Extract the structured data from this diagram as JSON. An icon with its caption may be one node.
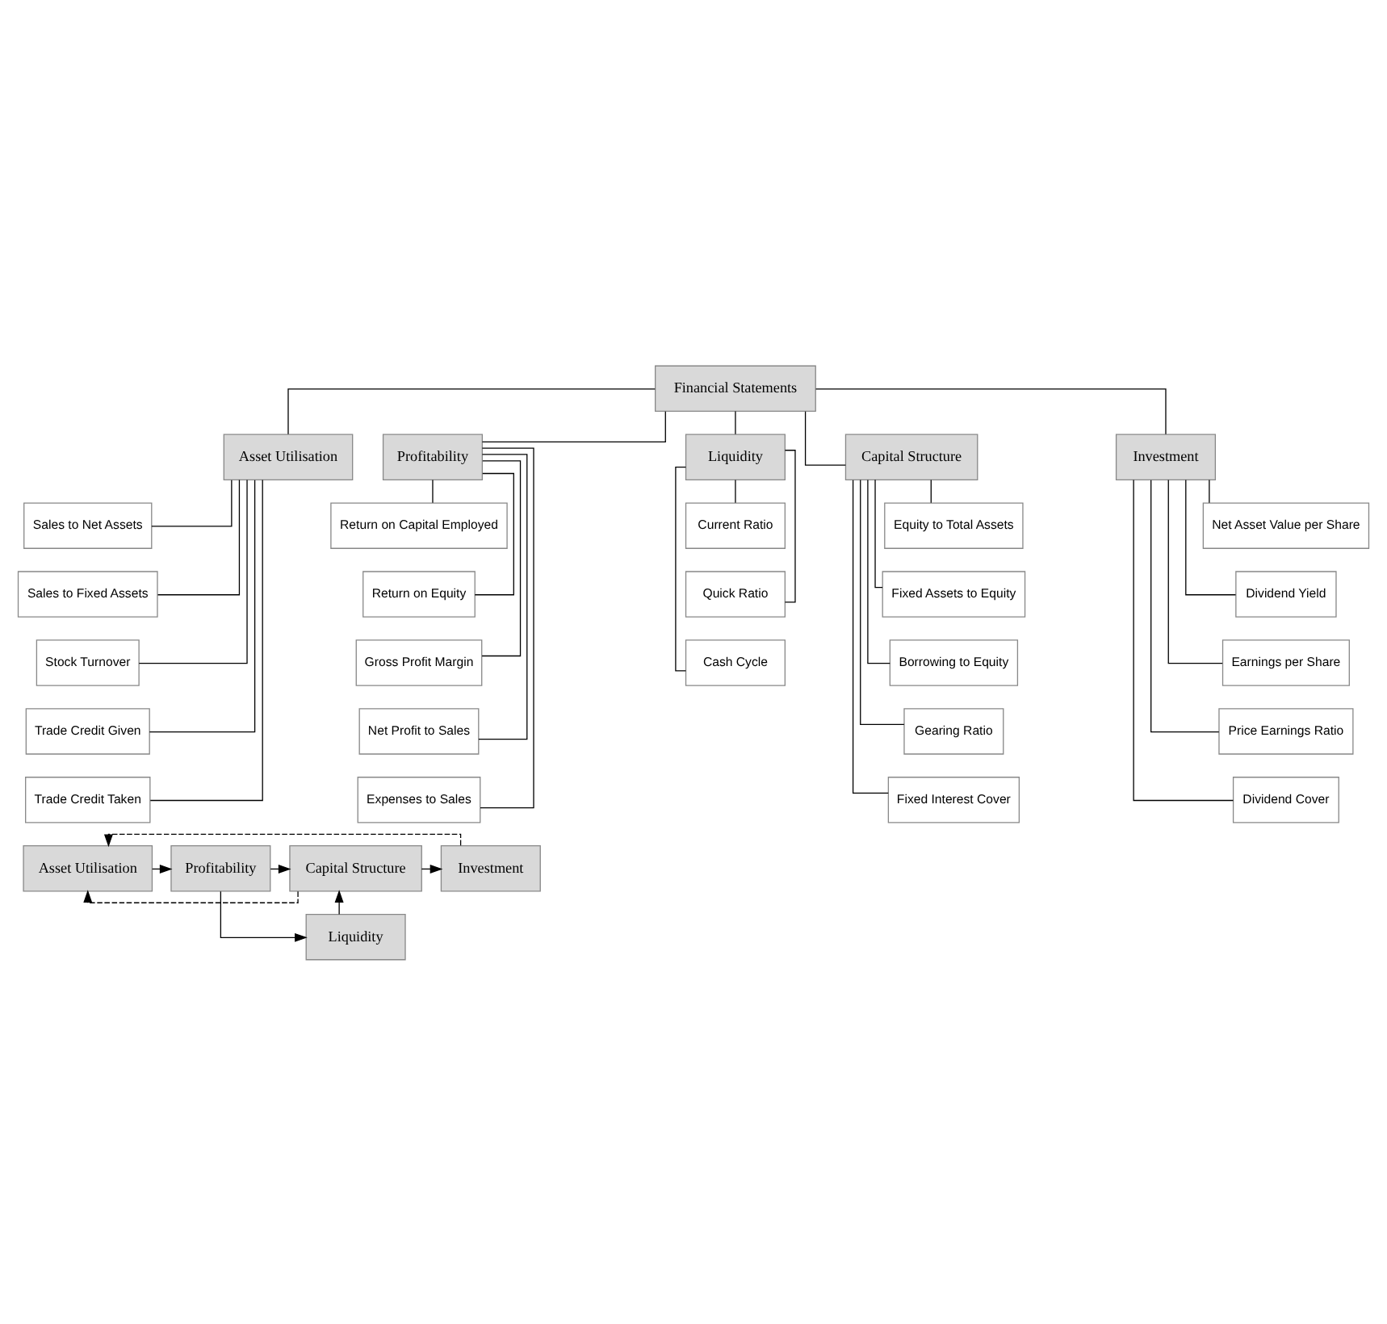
{
  "diagram": {
    "nodes": [
      {
        "text": [
          "Financial Statements"
        ]
      },
      {
        "text": [
          "Asset Utilisation"
        ]
      },
      {
        "text": [
          "Profitability"
        ]
      },
      {
        "text": [
          "Liquidity"
        ]
      },
      {
        "text": [
          "Capital Structure"
        ]
      },
      {
        "text": [
          "Investment"
        ]
      },
      {
        "text": [
          "Sales to Net Assets"
        ]
      },
      {
        "text": [
          "Sales to Fixed Assets"
        ]
      },
      {
        "text": [
          "Stock Turnover"
        ]
      },
      {
        "text": [
          "Trade Credit Given"
        ]
      },
      {
        "text": [
          "Trade Credit Taken"
        ]
      },
      {
        "text": [
          "Return on Capital Employed"
        ]
      },
      {
        "text": [
          "Return on Equity"
        ]
      },
      {
        "text": [
          "Gross Profit Margin"
        ]
      },
      {
        "text": [
          "Net Profit to Sales"
        ]
      },
      {
        "text": [
          "Expenses to Sales"
        ]
      },
      {
        "text": [
          "Current Ratio"
        ]
      },
      {
        "text": [
          "Quick Ratio"
        ]
      },
      {
        "text": [
          "Cash Cycle"
        ]
      },
      {
        "text": [
          "Equity to Total Assets"
        ]
      },
      {
        "text": [
          "Fixed Assets to Equity"
        ]
      },
      {
        "text": [
          "Borrowing to Equity"
        ]
      },
      {
        "text": [
          "Gearing Ratio"
        ]
      },
      {
        "text": [
          "Fixed Interest Cover"
        ]
      },
      {
        "text": [
          "Net Asset Value per Share"
        ]
      },
      {
        "text": [
          "Dividend Yield"
        ]
      },
      {
        "text": [
          "Earnings per Share"
        ]
      },
      {
        "text": [
          "Price Earnings Ratio"
        ]
      },
      {
        "text": [
          "Dividend Cover"
        ]
      },
      {
        "text": [
          "Asset Utilisation"
        ]
      },
      {
        "text": [
          "Profitability"
        ]
      },
      {
        "text": [
          "Liquidity"
        ]
      },
      {
        "text": [
          "Capital Structure"
        ]
      },
      {
        "text": [
          "Investment"
        ]
      }
    ],
    "edges": [
      {
        "from": 0,
        "to": 1,
        "arrow": "none"
      },
      {
        "from": 0,
        "to": 2,
        "arrow": "none"
      },
      {
        "from": 0,
        "to": 3,
        "arrow": "none"
      },
      {
        "from": 0,
        "to": 4,
        "arrow": "none"
      },
      {
        "from": 0,
        "to": 5,
        "arrow": "none"
      },
      {
        "from": 1,
        "to": 6,
        "arrow": "none"
      },
      {
        "from": 1,
        "to": 7,
        "arrow": "none"
      },
      {
        "from": 1,
        "to": 8,
        "arrow": "none"
      },
      {
        "from": 1,
        "to": 9,
        "arrow": "none"
      },
      {
        "from": 1,
        "to": 10,
        "arrow": "none"
      },
      {
        "from": 2,
        "to": 11,
        "arrow": "none"
      },
      {
        "from": 2,
        "to": 12,
        "arrow": "none"
      },
      {
        "from": 2,
        "to": 13,
        "arrow": "none"
      },
      {
        "from": 2,
        "to": 14,
        "arrow": "none"
      },
      {
        "from": 2,
        "to": 15,
        "arrow": "none"
      },
      {
        "from": 3,
        "to": 16,
        "arrow": "none"
      },
      {
        "from": 3,
        "to": 17,
        "arrow": "none"
      },
      {
        "from": 3,
        "to": 18,
        "arrow": "none"
      },
      {
        "from": 4,
        "to": 19,
        "arrow": "none"
      },
      {
        "from": 4,
        "to": 20,
        "arrow": "none"
      },
      {
        "from": 4,
        "to": 21,
        "arrow": "none"
      },
      {
        "from": 4,
        "to": 22,
        "arrow": "none"
      },
      {
        "from": 4,
        "to": 23,
        "arrow": "none"
      },
      {
        "from": 5,
        "to": 24,
        "arrow": "none"
      },
      {
        "from": 5,
        "to": 25,
        "arrow": "none"
      },
      {
        "from": 5,
        "to": 26,
        "arrow": "none"
      },
      {
        "from": 5,
        "to": 27,
        "arrow": "none"
      },
      {
        "from": 5,
        "to": 28,
        "arrow": "none"
      },
      {
        "from": 29,
        "to": 30,
        "arrow": "to"
      },
      {
        "from": 30,
        "to": 32,
        "arrow": "to"
      },
      {
        "from": 32,
        "to": 33,
        "arrow": "to"
      },
      {
        "from": 30,
        "to": 31,
        "arrow": "to"
      },
      {
        "from": 31,
        "to": 32,
        "arrow": "to"
      },
      {
        "from": 32,
        "to": 29,
        "arrow": "to",
        "style": "dashed"
      },
      {
        "from": 33,
        "to": 29,
        "arrow": "to",
        "style": "dashed"
      }
    ]
  }
}
